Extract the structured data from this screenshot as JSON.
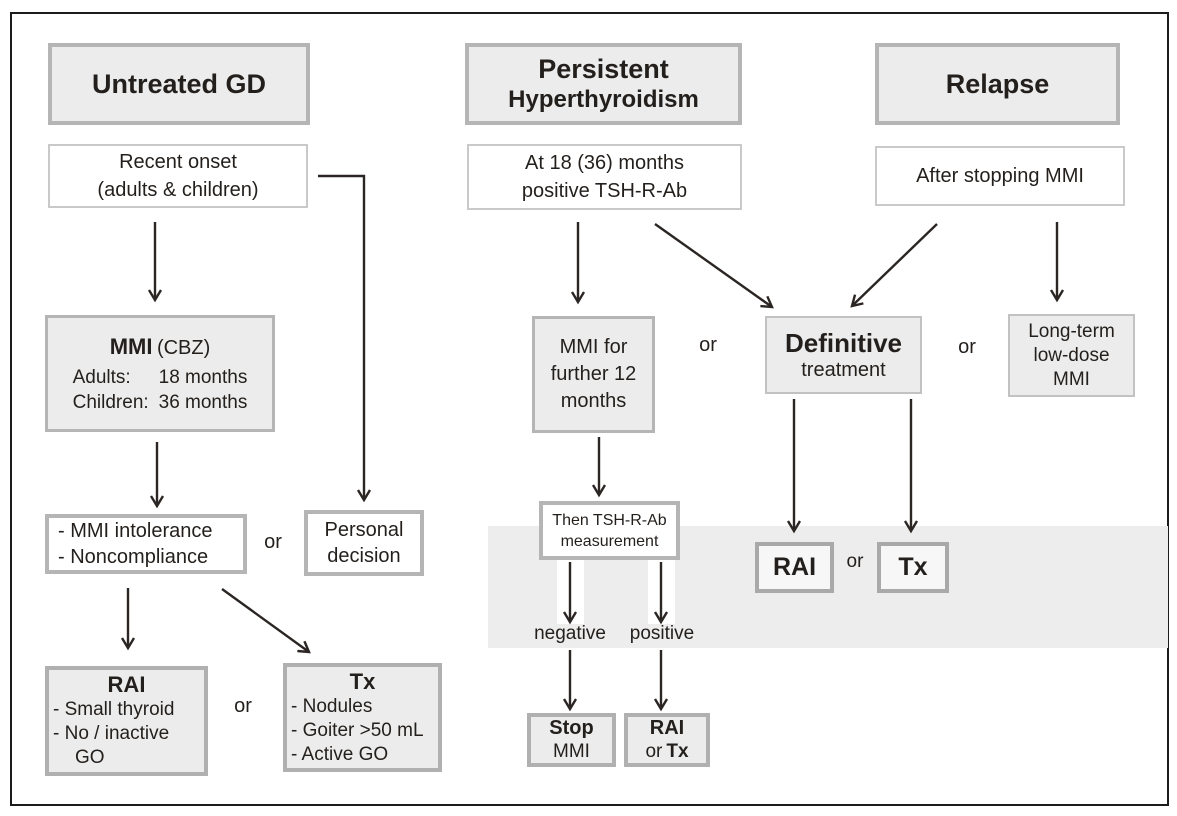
{
  "title_row": {
    "untreated_gd": "Untreated GD",
    "persistent_line1": "Persistent",
    "persistent_line2": "Hyperthyroidism",
    "relapse": "Relapse"
  },
  "untreated_branch": {
    "recent_onset_line1": "Recent onset",
    "recent_onset_line2": "(adults & children)",
    "mmi_title": "MMI",
    "mmi_title_suffix": "(CBZ)",
    "mmi_row1_label": "Adults:",
    "mmi_row1_value": "18 months",
    "mmi_row2_label": "Children:",
    "mmi_row2_value": "36 months",
    "intolerance_line1": "- MMI intolerance",
    "intolerance_line2": "- Noncompliance",
    "or_personal": "or",
    "personal_line1": "Personal",
    "personal_line2": "decision",
    "rai_title": "RAI",
    "rai_item1": "- Small thyroid",
    "rai_item2": "- No / inactive",
    "rai_item2_cont": "GO",
    "or_rai_tx": "or",
    "tx_title": "Tx",
    "tx_item1": "- Nodules",
    "tx_item2": "- Goiter >50 mL",
    "tx_item3": "- Active GO"
  },
  "persistent_branch": {
    "at_months_line1": "At 18 (36) months",
    "at_months_line2": "positive TSH-R-Ab",
    "mmi_further_line1": "MMI for",
    "mmi_further_line2": "further 12",
    "mmi_further_line3": "months",
    "or_definitive": "or",
    "definitive_line1": "Definitive",
    "definitive_line2": "treatment",
    "then_line1": "Then TSH-R-Ab",
    "then_line2": "measurement",
    "negative_label": "negative",
    "positive_label": "positive",
    "stop_line1": "Stop",
    "stop_line2": "MMI",
    "rai_or_tx_line1": "RAI",
    "rai_or_tx_line2_prefix": "or",
    "rai_or_tx_line2_bold": "Tx",
    "rai_box": "RAI",
    "or_band": "or",
    "tx_box": "Tx"
  },
  "relapse_branch": {
    "after_stopping": "After stopping MMI",
    "or_long_term": "or",
    "long_term_line1": "Long-term",
    "long_term_line2": "low-dose",
    "long_term_line3": "MMI"
  },
  "colors": {
    "box_fill": "#ececec",
    "box_border": "#b5b5b5",
    "band_fill": "#ededed",
    "arrow": "#2b2623",
    "frame_border": "#1e1c1a"
  }
}
